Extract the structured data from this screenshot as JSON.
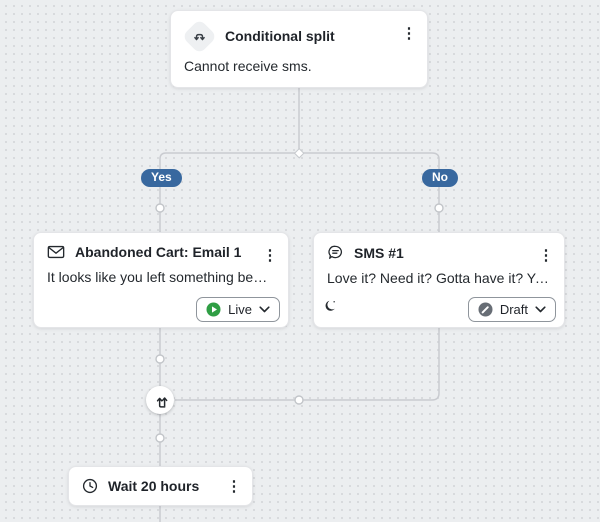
{
  "colors": {
    "background": "#eceef0",
    "dot": "#d7d9dc",
    "connector": "#c9cbd0",
    "badge_blue": "#38689f",
    "live_green": "#2f9e44",
    "draft_gray": "#676d75",
    "icon_ink": "#24292e"
  },
  "icons": {
    "kebab": "⋮"
  },
  "flow": {
    "conditional_split": {
      "title": "Conditional split",
      "body": "Cannot receive sms."
    },
    "branch_yes_label": "Yes",
    "branch_no_label": "No",
    "email_node": {
      "title": "Abandoned Cart: Email 1",
      "preview": "It looks like you left something behind...",
      "status_label": "Live"
    },
    "sms_node": {
      "title": "SMS #1",
      "preview": "Love it? Need it? Gotta have it? Your cart i...",
      "status_label": "Draft"
    },
    "wait_node": {
      "title": "Wait 20 hours"
    }
  }
}
